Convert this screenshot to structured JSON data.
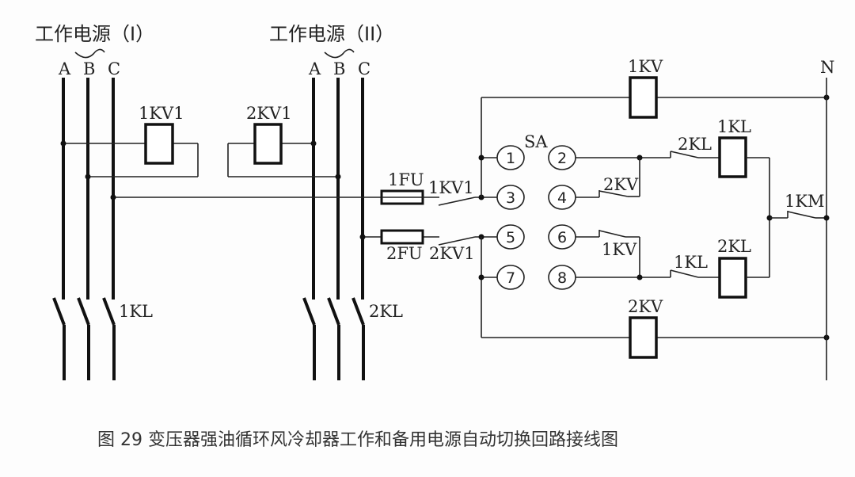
{
  "diagram": {
    "source1": {
      "title": "工作电源（I）",
      "phases": [
        "A",
        "B",
        "C"
      ],
      "contactor_label": "1KL"
    },
    "source2": {
      "title": "工作电源（II）",
      "phases": [
        "A",
        "B",
        "C"
      ],
      "contactor_label": "2KL"
    },
    "relays": {
      "kv1_1": "1KV1",
      "kv1_2": "2KV1",
      "kv_1": "1KV",
      "kv_2": "2KV",
      "kl_1": "1KL",
      "kl_2": "2KL"
    },
    "fuses": {
      "fu1": "1FU",
      "fu2": "2FU"
    },
    "contacts": {
      "c_1kv1": "1KV1",
      "c_2kv1": "2KV1",
      "c_2kv": "2KV",
      "c_1kv": "1KV",
      "c_2kl": "2KL",
      "c_1kl": "1KL",
      "c_1km": "1KM"
    },
    "switch": {
      "label": "SA",
      "terminals": [
        "1",
        "2",
        "3",
        "4",
        "5",
        "6",
        "7",
        "8"
      ]
    },
    "neutral": "N",
    "caption": "图 29  变压器强油循环风冷却器工作和备用电源自动切换回路接线图"
  }
}
